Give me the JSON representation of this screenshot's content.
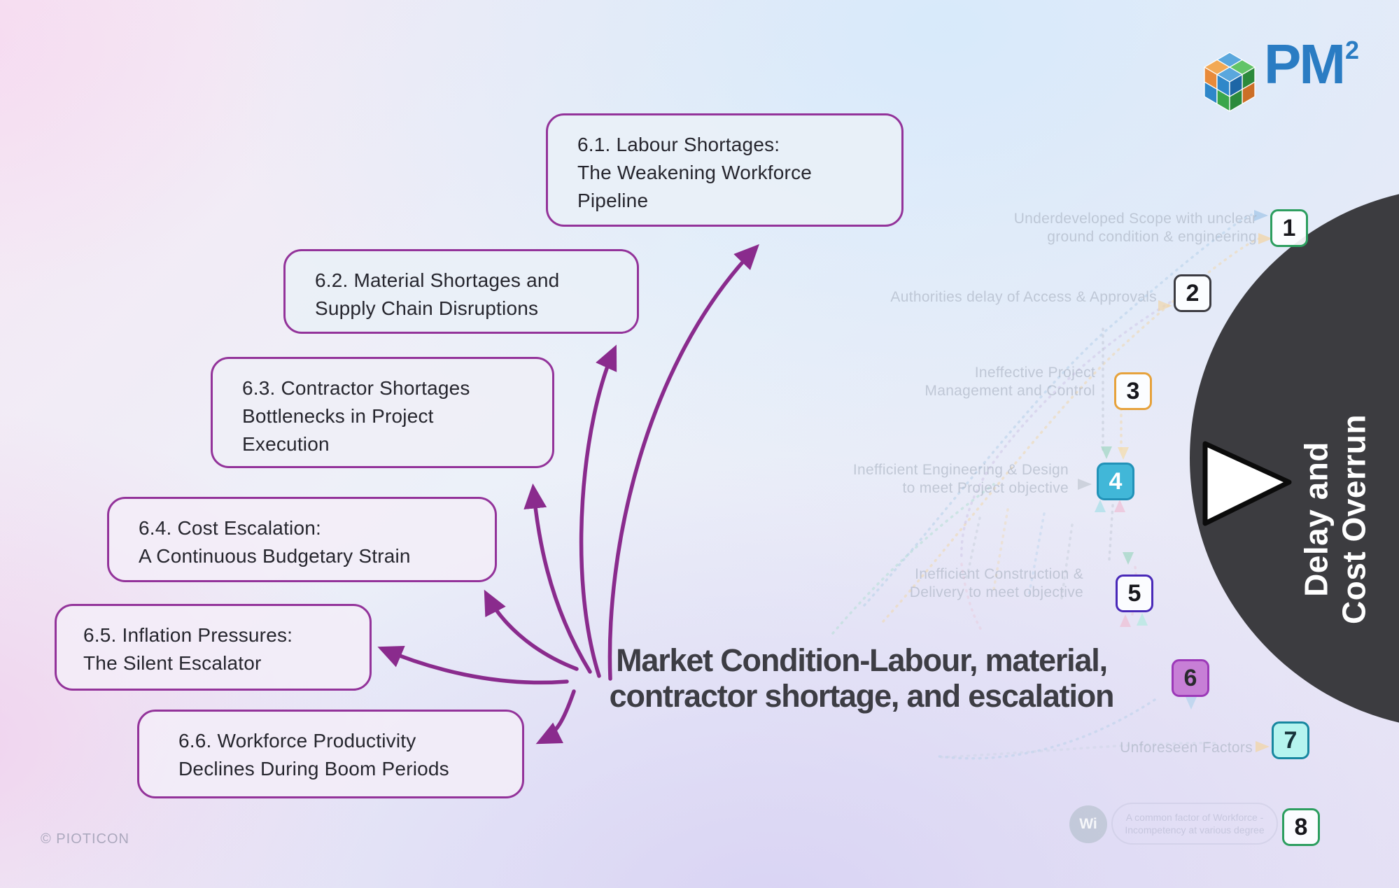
{
  "logo": {
    "text": "PM",
    "sup": "2"
  },
  "watermark": "© PIOTICON",
  "title": {
    "line1": "Market Condition-Labour, material,",
    "line2": "contractor shortage, and escalation"
  },
  "outcome": {
    "line1": "Delay and",
    "line2": "Cost Overrun"
  },
  "cause_boxes": [
    {
      "id": "6.1",
      "lines": [
        "6.1. Labour Shortages:",
        "The Weakening Workforce",
        "Pipeline"
      ]
    },
    {
      "id": "6.2",
      "lines": [
        "6.2. Material Shortages and",
        "Supply Chain Disruptions"
      ]
    },
    {
      "id": "6.3",
      "lines": [
        "6.3. Contractor Shortages",
        "Bottlenecks in Project",
        "Execution"
      ]
    },
    {
      "id": "6.4",
      "lines": [
        "6.4. Cost Escalation:",
        "A Continuous Budgetary Strain"
      ]
    },
    {
      "id": "6.5",
      "lines": [
        "6.5. Inflation Pressures:",
        "The Silent Escalator"
      ]
    },
    {
      "id": "6.6",
      "lines": [
        "6.6. Workforce Productivity",
        "Declines During Boom Periods"
      ]
    }
  ],
  "factors": [
    {
      "num": "1",
      "line1": "Underdeveloped Scope with unclear",
      "line2": "ground condition & engineering"
    },
    {
      "num": "2",
      "line1": "Authorities delay of Access & Approvals",
      "line2": ""
    },
    {
      "num": "3",
      "line1": "Ineffective Project",
      "line2": "Management and Control"
    },
    {
      "num": "4",
      "line1": "Inefficient Engineering & Design",
      "line2": "to meet Project objective"
    },
    {
      "num": "5",
      "line1": "Inefficient Construction &",
      "line2": "Delivery to meet objective"
    },
    {
      "num": "6",
      "line1": "",
      "line2": ""
    },
    {
      "num": "7",
      "line1": "Unforeseen Factors",
      "line2": ""
    },
    {
      "num": "8",
      "line1": "A common factor of Workforce -",
      "line2": "Incompetency at various degree"
    }
  ],
  "wi_badge": "Wi",
  "colors": {
    "arrow_purple": "#8a2b8d",
    "box_border_purple": "#93339a",
    "outcome_circle": "#3c3c40",
    "logo_blue": "#2a7cc3"
  }
}
